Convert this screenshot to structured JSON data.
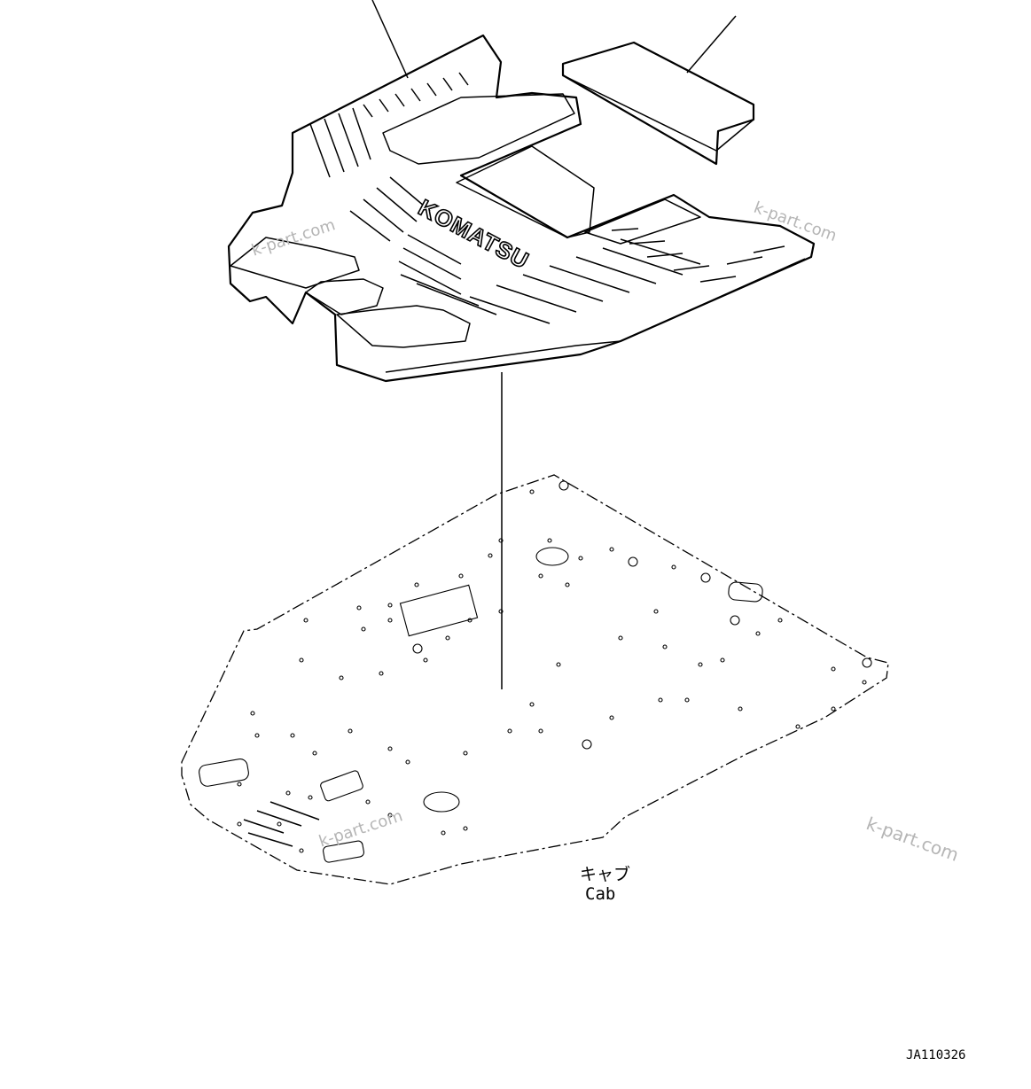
{
  "logo_text": "KOMATSU",
  "label_jp": "キャブ",
  "label_en": "Cab",
  "drawing_id": "JA110326",
  "watermarks": [
    "k-part.com",
    "k-part.com",
    "k-part.com",
    "k-part.com"
  ]
}
